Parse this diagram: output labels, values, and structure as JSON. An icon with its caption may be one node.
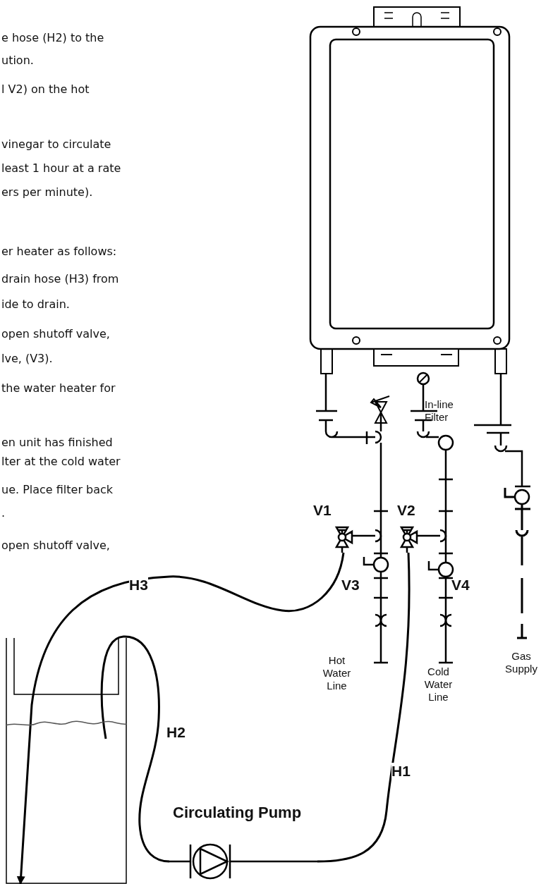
{
  "diagram": {
    "nodes": [
      {
        "text": [
          "V1"
        ]
      },
      {
        "text": [
          "V2"
        ]
      },
      {
        "text": [],
        "shape": "bucket"
      },
      {
        "text": [
          "Circulating Pump"
        ]
      }
    ],
    "edges": [
      {
        "from": 0,
        "to": 2,
        "arrow": "to",
        "label": "H3"
      },
      {
        "from": 2,
        "to": 3,
        "arrow": "none",
        "label": "H2"
      },
      {
        "from": 3,
        "to": 1,
        "arrow": "none",
        "label": "H1"
      }
    ],
    "labels": [
      "e hose (H2) to the",
      "ution.",
      "l V2) on the hot",
      "vinegar to circulate",
      "least 1 hour at a rate",
      "ers per minute).",
      "er heater as follows:",
      "drain hose (H3) from",
      "ide to drain.",
      "open shutoff valve,",
      "lve, (V3).",
      "the water heater for",
      "en unit has finished",
      "lter at the cold water",
      "ue.  Place filter back",
      ".",
      "open shutoff valve,",
      "In-line Filter",
      "V3",
      "V4",
      "Hot Water Line",
      "Cold Water Line",
      "Gas Supply"
    ]
  }
}
